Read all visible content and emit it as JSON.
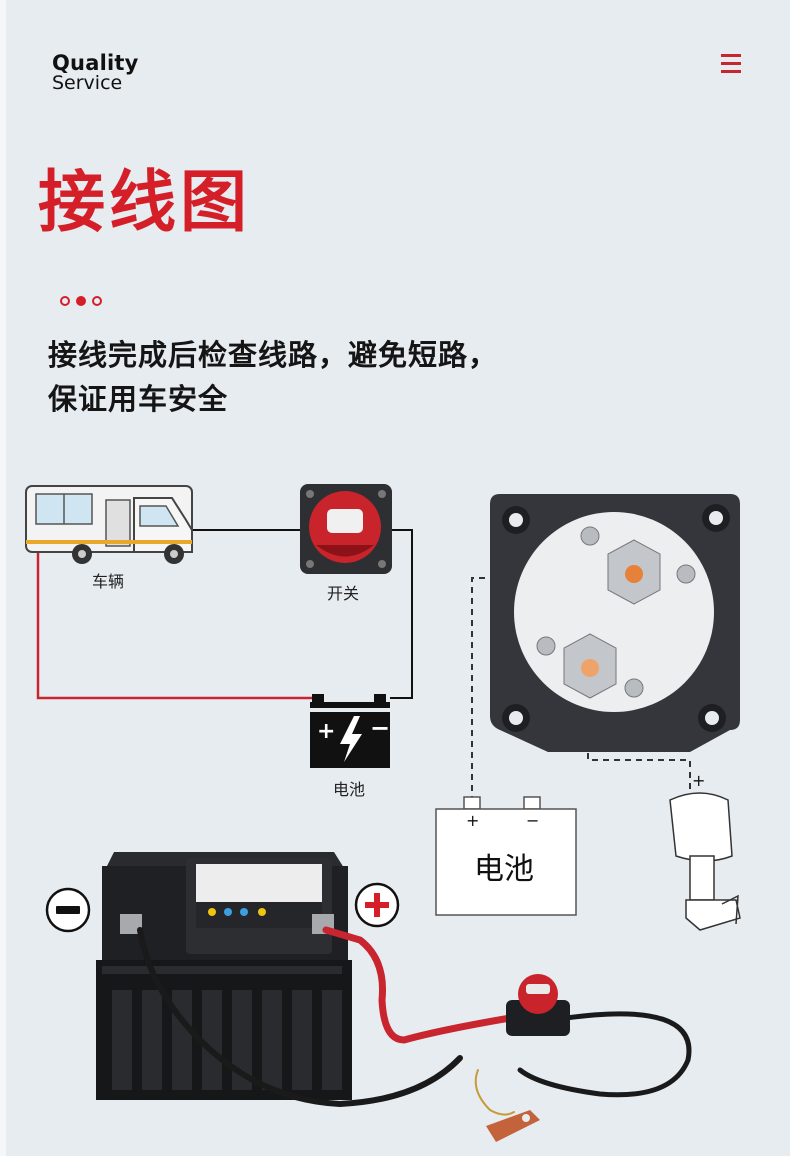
{
  "brand": {
    "line1": "Quality",
    "line2": "Service"
  },
  "title": "接线图",
  "description": {
    "line1": "接线完成后检查线路，避免短路，",
    "line2": "保证用车安全"
  },
  "diagram": {
    "vehicle_label": "车辆",
    "switch_label": "开关",
    "battery_label": "电池",
    "battery_box_label": "电池"
  },
  "icons": {
    "menu": "hamburger-icon",
    "minus": "minus-icon",
    "plus": "plus-icon"
  },
  "colors": {
    "accent": "#d51f28",
    "wire_red": "#c8252f",
    "wire_black": "#1a1a1a"
  }
}
